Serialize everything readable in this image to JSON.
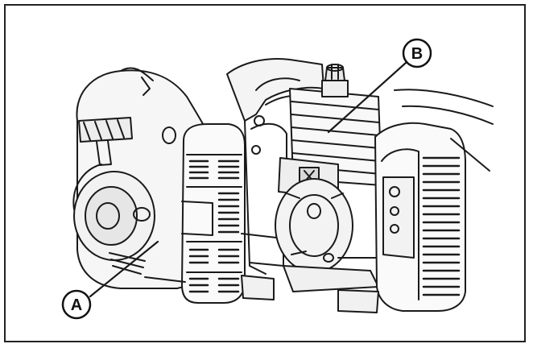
{
  "diagram": {
    "callouts": [
      {
        "id": "A",
        "label": "A"
      },
      {
        "id": "B",
        "label": "B"
      }
    ]
  }
}
